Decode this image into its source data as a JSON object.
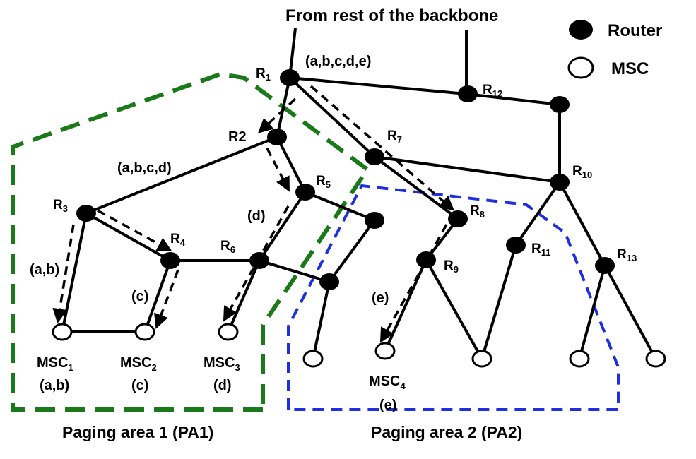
{
  "header": {
    "source_label": "From rest of the backbone"
  },
  "legend": {
    "router_label": "Router",
    "msc_label": "MSC"
  },
  "routers": {
    "r1": "R",
    "r1_sub": "1",
    "r2": "R2",
    "r3": "R",
    "r3_sub": "3",
    "r4": "R",
    "r4_sub": "4",
    "r5": "R",
    "r5_sub": "5",
    "r6": "R",
    "r6_sub": "6",
    "r7": "R",
    "r7_sub": "7",
    "r8": "R",
    "r8_sub": "8",
    "r9": "R",
    "r9_sub": "9",
    "r10": "R",
    "r10_sub": "10",
    "r11": "R",
    "r11_sub": "11",
    "r12": "R",
    "r12_sub": "12",
    "r13": "R",
    "r13_sub": "13"
  },
  "mscs": {
    "msc1": "MSC",
    "msc1_sub": "1",
    "msc1_users": "(a,b)",
    "msc2": "MSC",
    "msc2_sub": "2",
    "msc2_users": "(c)",
    "msc3": "MSC",
    "msc3_sub": "3",
    "msc3_users": "(d)",
    "msc4": "MSC",
    "msc4_sub": "4",
    "msc4_users": "(e)"
  },
  "path_labels": {
    "all": "(a,b,c,d,e)",
    "abcd": "(a,b,c,d)",
    "ab": "(a,b)",
    "c": "(c)",
    "d": "(d)",
    "e": "(e)"
  },
  "areas": {
    "pa1": "Paging area 1 (PA1)",
    "pa2": "Paging area 2 (PA2)"
  },
  "colors": {
    "pa1_border": "#1a7a1a",
    "pa2_border": "#1f2fe0",
    "line": "#000000"
  }
}
